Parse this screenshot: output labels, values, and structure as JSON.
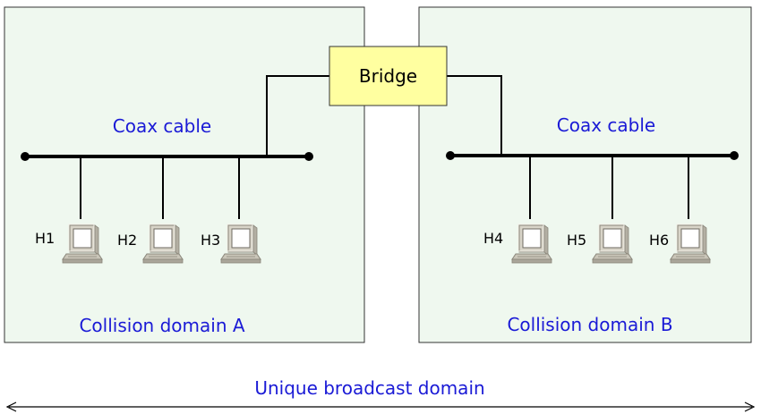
{
  "bridge": {
    "label": "Bridge"
  },
  "domain_a": {
    "cable_label": "Coax cable",
    "domain_label": "Collision domain A",
    "hosts": [
      "H1",
      "H2",
      "H3"
    ]
  },
  "domain_b": {
    "cable_label": "Coax cable",
    "domain_label": "Collision domain B",
    "hosts": [
      "H4",
      "H5",
      "H6"
    ]
  },
  "broadcast_label": "Unique broadcast domain",
  "colors": {
    "panel_fill": "#eff8ef",
    "bridge_fill": "#ffffa0",
    "label_blue": "#1a1ad6"
  }
}
